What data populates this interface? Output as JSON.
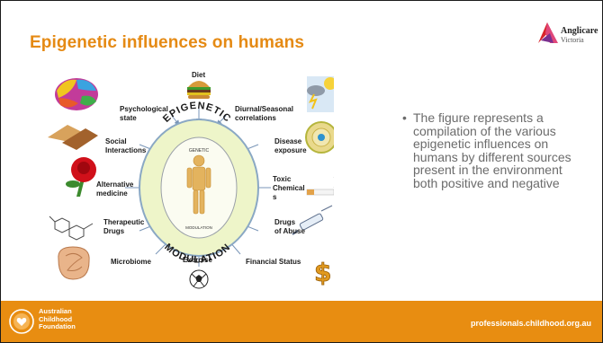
{
  "slide": {
    "title": "Epigenetic influences on humans",
    "brand": {
      "name": "Anglicare",
      "sub": "Victoria"
    },
    "figure": {
      "ring_top": "EPIGENETIC",
      "ring_bottom": "MODULATION",
      "inner_top": "GENETIC",
      "inner_bottom": "MODULATION",
      "labels": {
        "diet": "Diet",
        "psychological": [
          "Psychological",
          "state"
        ],
        "diurnal": [
          "Diurnal/Seasonal",
          "correlations"
        ],
        "social": [
          "Social",
          "Interactions"
        ],
        "disease": [
          "Disease",
          "exposure"
        ],
        "alternative": [
          "Alternative",
          "medicine"
        ],
        "toxic": [
          "Toxic",
          "Chemical",
          "s"
        ],
        "therapeutic": [
          "Therapeutic",
          "Drugs"
        ],
        "drugs_abuse": [
          "Drugs",
          "of Abuse"
        ],
        "microbiome": "Microbiome",
        "exercise": "Exercise",
        "financial": "Financial Status"
      }
    },
    "bullet": "The figure represents a compilation of the various epigenetic influences on humans by different sources present in the environment both positive and negative",
    "colors": {
      "accent": "#e58a14",
      "footer": "#e88d11",
      "ellipse_fill": "#eef5c9",
      "ellipse_stroke": "#8aa8c4"
    }
  },
  "footer": {
    "org_lines": [
      "Australian",
      "Childhood",
      "Foundation"
    ],
    "url": "professionals.childhood.org.au"
  }
}
